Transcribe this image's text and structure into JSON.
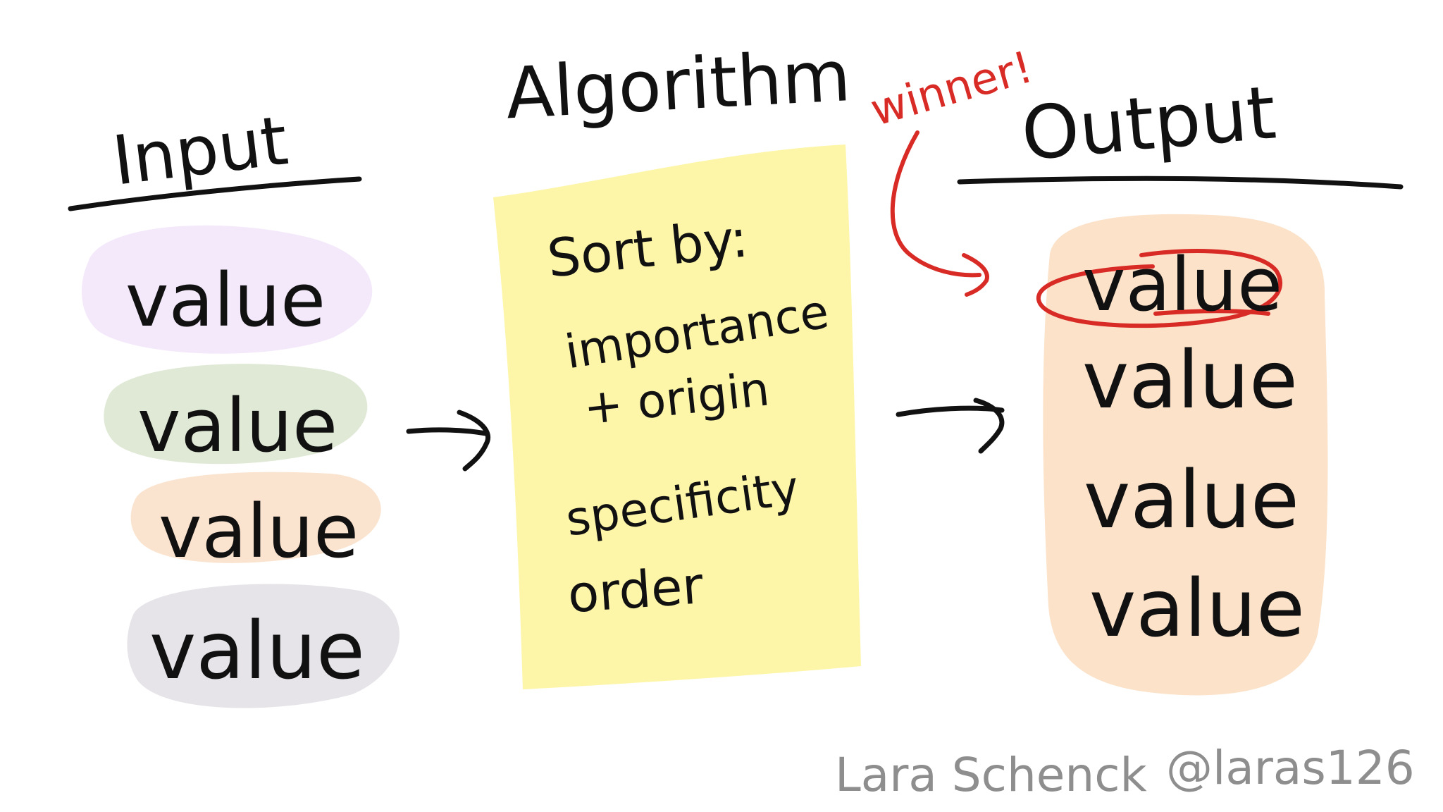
{
  "diagram": {
    "input": {
      "heading": "Input",
      "items": [
        {
          "label": "value",
          "color": "#f4e9fb"
        },
        {
          "label": "value",
          "color": "#dfe9d5"
        },
        {
          "label": "value",
          "color": "#fbe4cf"
        },
        {
          "label": "value",
          "color": "#e6e4e8"
        }
      ]
    },
    "algorithm": {
      "heading": "Algorithm",
      "sort_label": "Sort by:",
      "criteria": [
        "importance",
        "+ origin",
        "specificity",
        "order"
      ],
      "color": "#fdf6a8"
    },
    "output": {
      "heading": "Output",
      "items": [
        "value",
        "value",
        "value",
        "value"
      ],
      "color": "#fbe2c9"
    },
    "winner_note": "winner!",
    "colors": {
      "ink": "#111111",
      "accent": "#d92b26",
      "signature": "#8e8e8e"
    },
    "credit": {
      "name": "Lara Schenck",
      "handle": "@laras126"
    }
  }
}
